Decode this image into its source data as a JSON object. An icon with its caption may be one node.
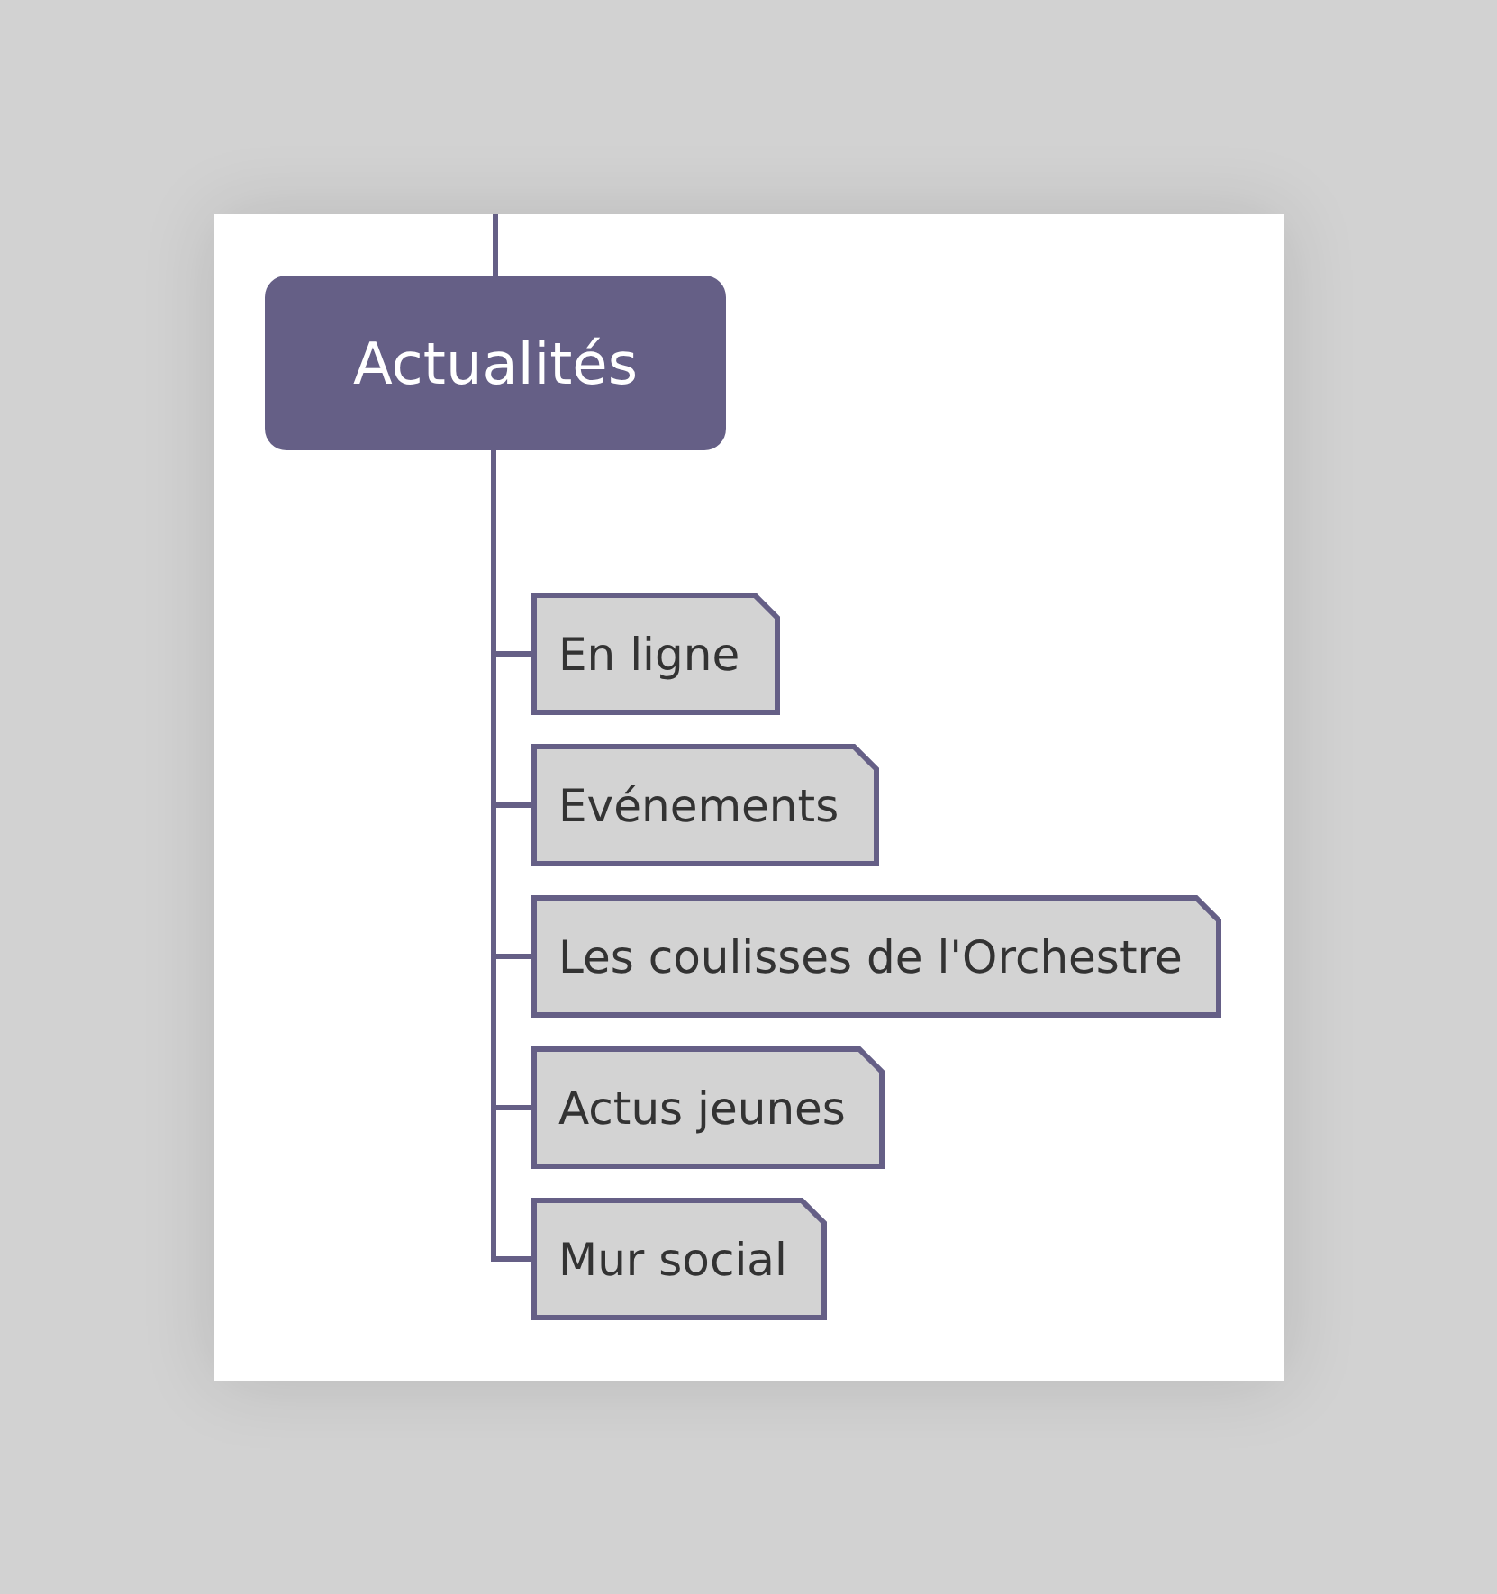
{
  "diagram": {
    "nodes": [
      {
        "text": [
          "Actualités"
        ]
      },
      {
        "text": [
          "En ligne"
        ]
      },
      {
        "text": [
          "Evénements"
        ]
      },
      {
        "text": [
          "Les coulisses de l'Orchestre"
        ]
      },
      {
        "text": [
          "Actus jeunes"
        ]
      },
      {
        "text": [
          "Mur social"
        ]
      }
    ],
    "edges": [
      {
        "from": null,
        "to": 0,
        "arrow": "none"
      },
      {
        "from": 0,
        "to": 1,
        "arrow": "none"
      },
      {
        "from": 0,
        "to": 2,
        "arrow": "none"
      },
      {
        "from": 0,
        "to": 3,
        "arrow": "none"
      },
      {
        "from": 0,
        "to": 4,
        "arrow": "none"
      },
      {
        "from": 0,
        "to": 5,
        "arrow": "none"
      }
    ]
  }
}
